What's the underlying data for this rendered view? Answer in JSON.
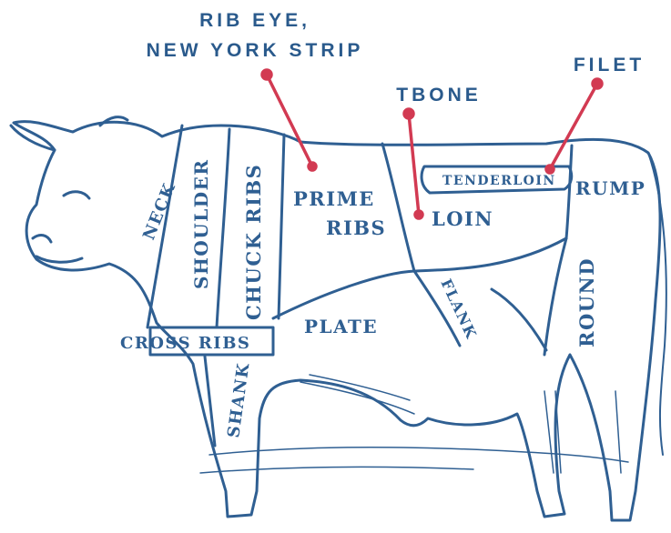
{
  "callouts": {
    "ribeye_line1": "RIB EYE,",
    "ribeye_line2": "NEW YORK STRIP",
    "tbone": "TBONE",
    "filet": "FILET"
  },
  "cuts": {
    "neck": "NECK",
    "shoulder": "SHOULDER",
    "chuck_ribs": "CHUCK RIBS",
    "prime_ribs_line1": "PRIME",
    "prime_ribs_line2": "RIBS",
    "loin": "LOIN",
    "tenderloin": "TENDERLOIN",
    "rump": "RUMP",
    "round": "ROUND",
    "flank": "FLANK",
    "plate": "PLATE",
    "cross_ribs": "CROSS RIBS",
    "shank": "SHANK"
  },
  "colors": {
    "ink_blue": "#2f5f92",
    "callout_blue": "#2a5a8c",
    "pointer_red": "#d23a52",
    "background": "#ffffff"
  }
}
